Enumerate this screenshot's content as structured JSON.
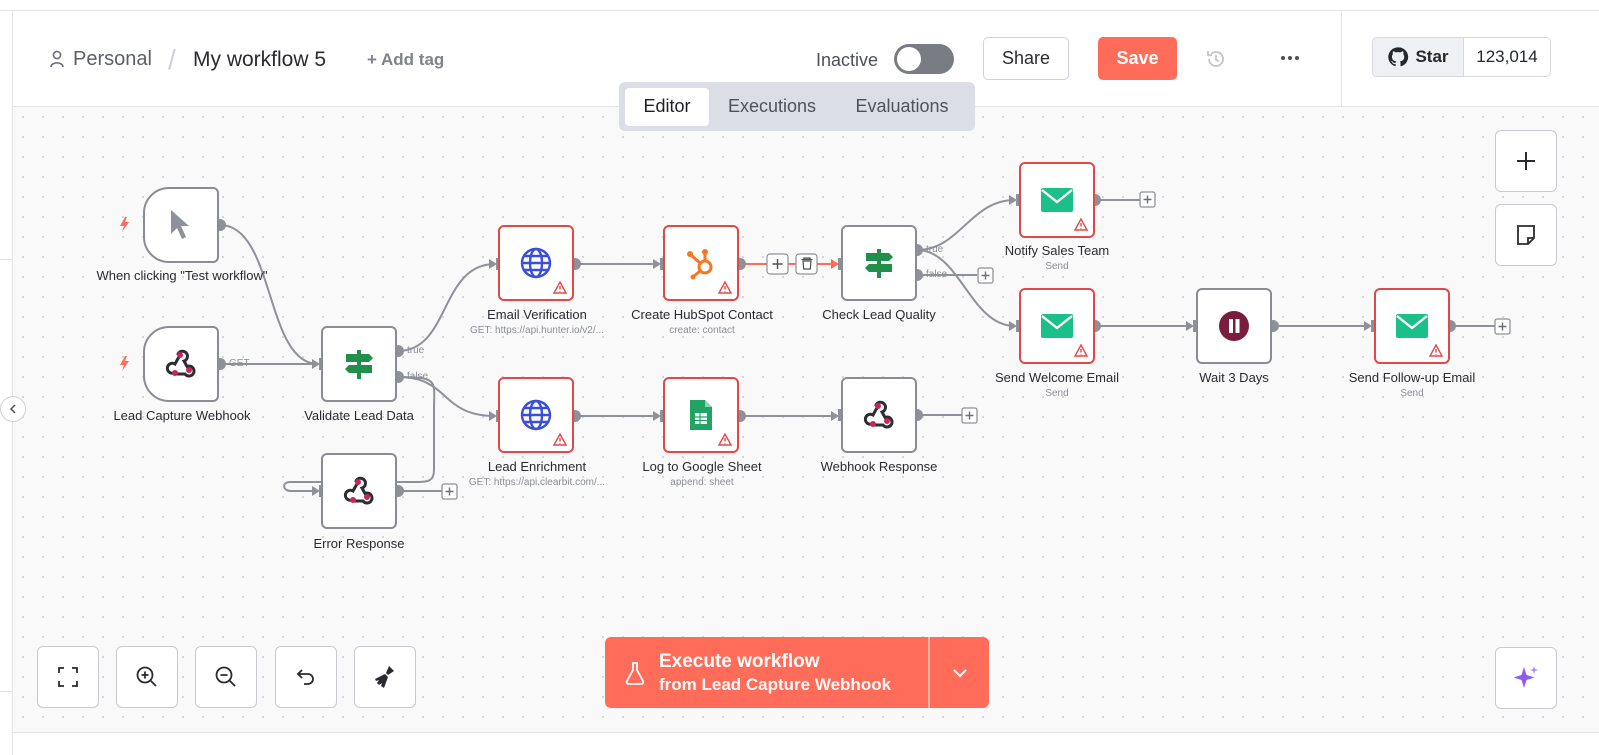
{
  "header": {
    "breadcrumb_project": "Personal",
    "breadcrumb_separator": "/",
    "workflow_title": "My workflow 5",
    "add_tag_label": "+ Add tag",
    "status_label": "Inactive",
    "share_label": "Share",
    "save_label": "Save"
  },
  "github": {
    "star_label": "Star",
    "star_count": "123,014"
  },
  "tabs": [
    {
      "label": "Editor",
      "active": true
    },
    {
      "label": "Executions",
      "active": false
    },
    {
      "label": "Evaluations",
      "active": false
    }
  ],
  "nodes": {
    "manual_trigger": {
      "label": "When clicking \"Test workflow\""
    },
    "lead_capture_webhook": {
      "label": "Lead Capture Webhook",
      "port": "GET"
    },
    "validate_lead_data": {
      "label": "Validate Lead Data",
      "port_true": "true",
      "port_false": "false"
    },
    "error_response": {
      "label": "Error Response"
    },
    "email_verification": {
      "label": "Email Verification",
      "subtitle": "GET: https://api.hunter.io/v2/..."
    },
    "lead_enrichment": {
      "label": "Lead Enrichment",
      "subtitle": "GET: https://api.clearbit.com/..."
    },
    "create_hubspot_contact": {
      "label": "Create HubSpot Contact",
      "subtitle": "create: contact"
    },
    "log_to_google_sheet": {
      "label": "Log to Google Sheet",
      "subtitle": "append: sheet"
    },
    "check_lead_quality": {
      "label": "Check Lead Quality",
      "port_true": "true",
      "port_false": "false"
    },
    "webhook_response": {
      "label": "Webhook Response"
    },
    "notify_sales_team": {
      "label": "Notify Sales Team",
      "subtitle": "Send"
    },
    "send_welcome_email": {
      "label": "Send Welcome Email",
      "subtitle": "Send"
    },
    "wait_3_days": {
      "label": "Wait 3 Days"
    },
    "send_followup_email": {
      "label": "Send Follow-up Email",
      "subtitle": "Send"
    }
  },
  "execute": {
    "line1": "Execute workflow",
    "line2": "from Lead Capture Webhook"
  },
  "icons": {
    "user": "user-icon",
    "history": "history-icon",
    "more": "ellipsis-icon",
    "github": "github-icon",
    "cursor": "cursor-icon",
    "webhook": "webhook-icon",
    "if": "signpost-icon",
    "http": "globe-icon",
    "hubspot": "hubspot-icon",
    "sheets": "google-sheets-icon",
    "email": "envelope-icon",
    "wait": "pause-icon",
    "warning": "warning-icon",
    "zoom_fit": "fit-view-icon",
    "zoom_in": "zoom-in-icon",
    "zoom_out": "zoom-out-icon",
    "undo": "undo-icon",
    "tidy": "broom-icon",
    "add": "plus-icon",
    "sticky": "sticky-note-icon",
    "ai": "sparkle-icon",
    "flask": "flask-icon",
    "chevron": "chevron-down-icon"
  },
  "colors": {
    "accent": "#ff6d5a",
    "error_border": "#e34848",
    "node_border": "#8a8c93",
    "if_green": "#1f8f4a",
    "email_green": "#1bbf8a",
    "hubspot_orange": "#f57722",
    "globe_blue": "#3b4fd6",
    "wait_maroon": "#7a1c3d"
  }
}
